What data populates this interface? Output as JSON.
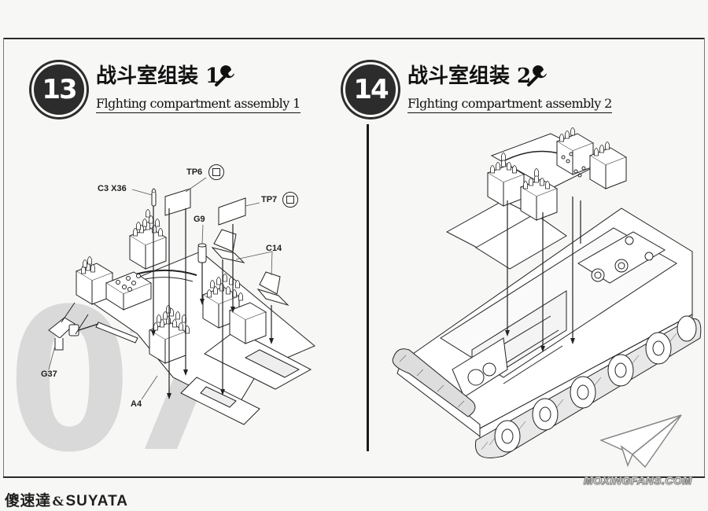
{
  "steps": [
    {
      "number": "13",
      "title_cn": "战斗室组装 1",
      "title_en": "Flghting compartment assembly 1",
      "icon": "wrench-icon"
    },
    {
      "number": "14",
      "title_cn": "战斗室组装 2",
      "title_en": "Flghting compartment assembly 2",
      "icon": "wrench-icon"
    }
  ],
  "page_number": "07",
  "part_labels": {
    "c3": "C3 X36",
    "tp6": "TP6",
    "tp7": "TP7",
    "g9": "G9",
    "c14": "C14",
    "g37": "G37",
    "a4": "A4"
  },
  "brand": {
    "cn": "傻速達",
    "amp": "&",
    "latin": "SUYATA"
  },
  "watermark": "MOXINGFANS.COM",
  "colors": {
    "ink": "#1b1b1b",
    "badge": "#2c2c2c",
    "page_number_gray": "#d9d9d9"
  }
}
